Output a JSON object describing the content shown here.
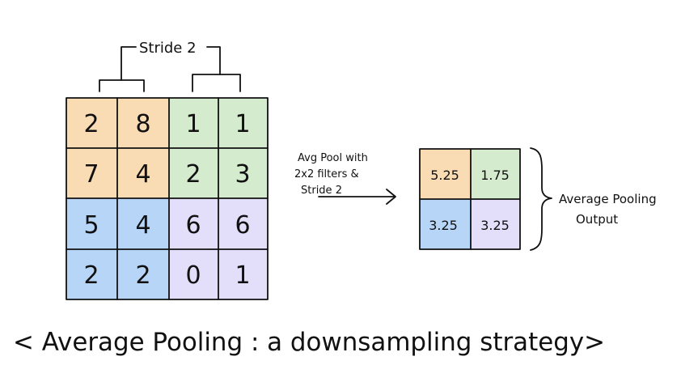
{
  "input_grid": {
    "rows": [
      [
        "2",
        "8",
        "1",
        "1"
      ],
      [
        "7",
        "4",
        "2",
        "3"
      ],
      [
        "5",
        "4",
        "6",
        "6"
      ],
      [
        "2",
        "2",
        "0",
        "1"
      ]
    ]
  },
  "stride_label": "Stride 2",
  "arrow_label": {
    "line1": "Avg Pool with",
    "line2": "2x2 filters &",
    "line3": "Stride 2"
  },
  "output_grid": {
    "rows": [
      [
        "5.25",
        "1.75"
      ],
      [
        "3.25",
        "3.25"
      ]
    ]
  },
  "output_label": {
    "line1": "Average Pooling",
    "line2": "Output"
  },
  "caption": "< Average Pooling : a downsampling strategy>",
  "colors": {
    "orange": "#fadcb4",
    "green": "#d4ebcd",
    "blue": "#b7d5f7",
    "purple": "#e3defa",
    "line": "#111111"
  }
}
